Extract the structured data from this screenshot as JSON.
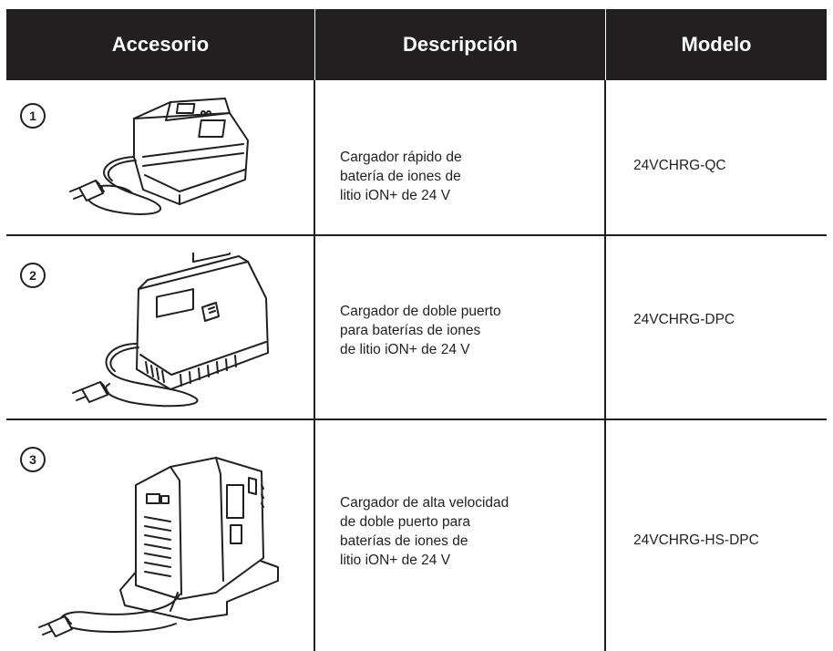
{
  "header": {
    "col1": "Accesorio",
    "col2": "Descripción",
    "col3": "Modelo"
  },
  "rows": [
    {
      "number": "1",
      "description_lines": [
        "Cargador rápido de",
        "batería de iones de",
        "litio iON+ de 24 V"
      ],
      "model": "24VCHRG-QC",
      "icon": "quick-charger-illustration"
    },
    {
      "number": "2",
      "description_lines": [
        "Cargador de doble puerto",
        "para baterías de iones",
        "de litio iON+ de 24 V"
      ],
      "model": "24VCHRG-DPC",
      "icon": "dual-port-charger-illustration"
    },
    {
      "number": "3",
      "description_lines": [
        "Cargador de alta velocidad",
        "de doble puerto para",
        "baterías de iones de",
        "litio iON+ de 24 V"
      ],
      "model": "24VCHRG-HS-DPC",
      "icon": "high-speed-dual-port-charger-illustration"
    }
  ],
  "colors": {
    "header_bg": "#221f20",
    "header_text": "#ffffff",
    "line": "#231f20"
  }
}
